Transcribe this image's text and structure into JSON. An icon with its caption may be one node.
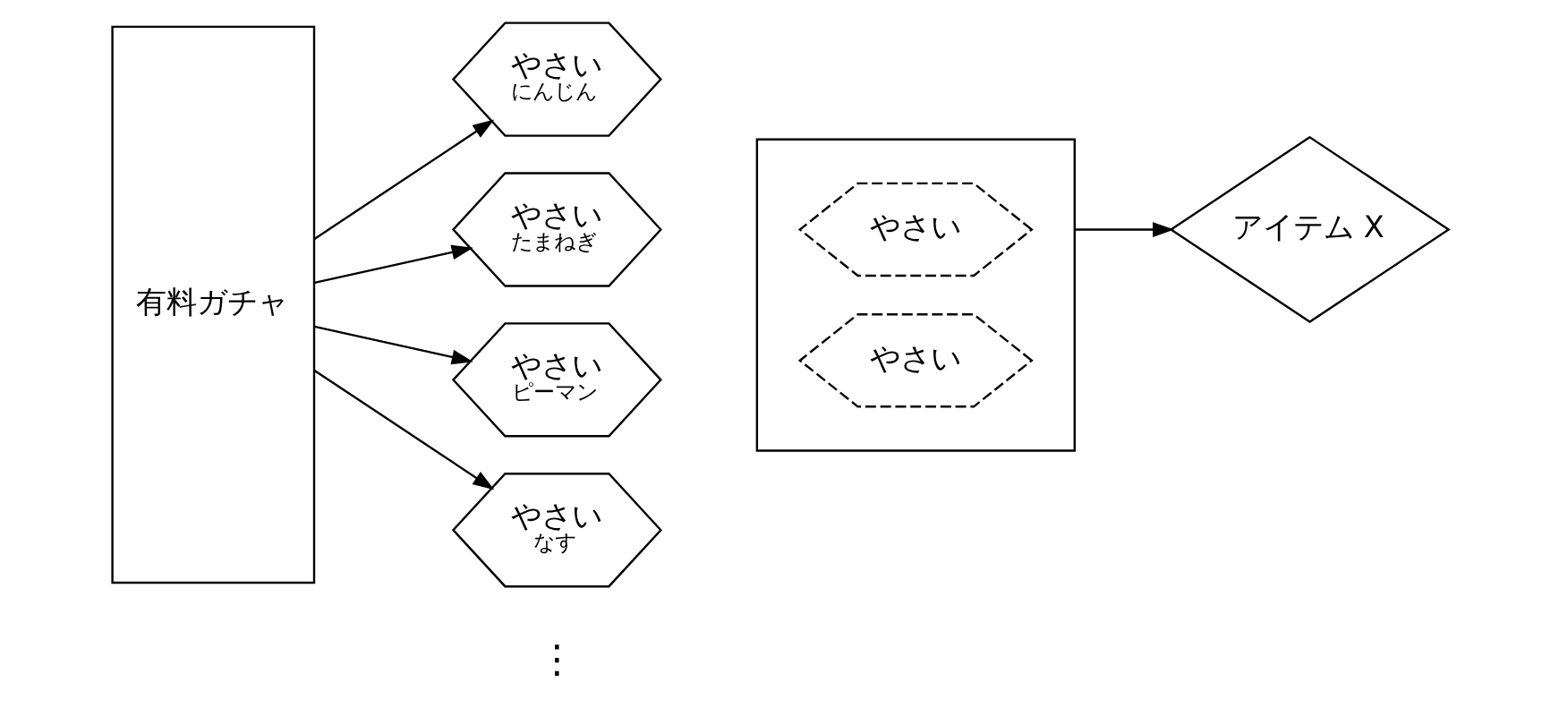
{
  "diagram": {
    "nodes": [
      {
        "text": [
          "有料ガチャ"
        ]
      },
      {
        "text": [
          "やさい",
          "にんじん"
        ]
      },
      {
        "text": [
          "やさい",
          "たまねぎ"
        ]
      },
      {
        "text": [
          "やさい",
          "ピーマン"
        ]
      },
      {
        "text": [
          "やさい",
          "なす"
        ]
      },
      {
        "text": [],
        "shape": "box"
      },
      {
        "text": [
          "やさい"
        ],
        "in": 5
      },
      {
        "text": [
          "やさい"
        ],
        "in": 5
      },
      {
        "text": [
          "アイテム X"
        ]
      }
    ],
    "edges": [
      {
        "from": 0,
        "to": 1,
        "arrow": "to"
      },
      {
        "from": 0,
        "to": 2,
        "arrow": "to"
      },
      {
        "from": 0,
        "to": 3,
        "arrow": "to"
      },
      {
        "from": 0,
        "to": 4,
        "arrow": "to"
      },
      {
        "from": 5,
        "to": 8,
        "arrow": "to"
      }
    ],
    "labels": [
      "⋮"
    ]
  }
}
